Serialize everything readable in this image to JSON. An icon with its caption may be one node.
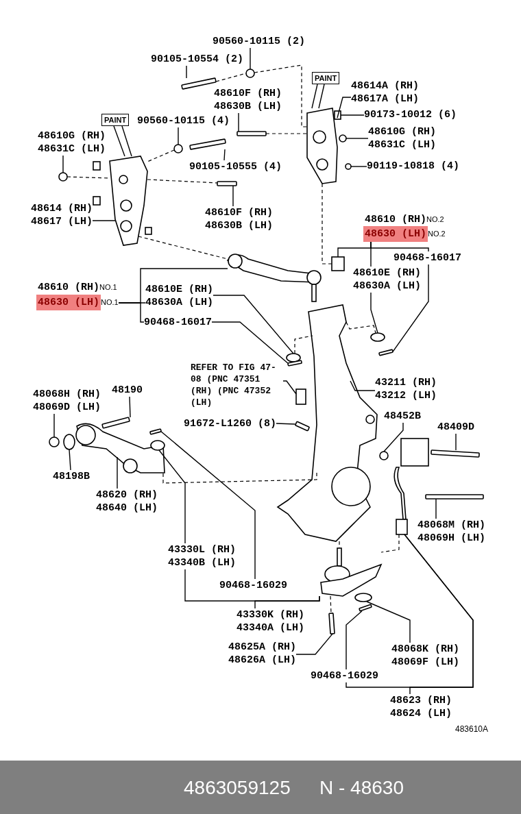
{
  "diagram": {
    "nodes": [
      {
        "text": [
          "90560-10115 (2)"
        ]
      },
      {
        "text": [
          "90105-10554 (2)"
        ]
      },
      {
        "text": [
          "PAINT"
        ]
      },
      {
        "text": [
          "48610G (RH)",
          "48631C (LH)"
        ]
      },
      {
        "text": [
          "90560-10115 (4)"
        ]
      },
      {
        "text": [
          "48610F (RH)",
          "48630B (LH)"
        ]
      },
      {
        "text": [
          "90105-10555 (4)"
        ]
      },
      {
        "text": [
          "48610F (RH)",
          "48630B (LH)"
        ]
      },
      {
        "text": [
          "48614 (RH)",
          "48617 (LH)"
        ]
      },
      {
        "text": [
          "PAINT"
        ]
      },
      {
        "text": [
          "48614A (RH)",
          "48617A (LH)"
        ]
      },
      {
        "text": [
          "90173-10012 (6)"
        ]
      },
      {
        "text": [
          "48610G (RH)",
          "48631C (LH)"
        ]
      },
      {
        "text": [
          "90119-10818 (4)"
        ]
      },
      {
        "text": [
          "48610 (RH)"
        ],
        "beside": [
          "NO.2"
        ]
      },
      {
        "text": [
          "48630 (LH)"
        ],
        "beside": [
          "NO.2"
        ]
      },
      {
        "text": [
          "48610E (RH)",
          "48630A (LH)"
        ]
      },
      {
        "text": [
          "90468-16017"
        ]
      },
      {
        "text": [
          "48610 (RH)"
        ],
        "beside": [
          "NO.1"
        ]
      },
      {
        "text": [
          "48630 (LH)"
        ],
        "beside": [
          "NO.1"
        ]
      },
      {
        "text": [
          "48610E (RH)",
          "48630A (LH)"
        ]
      },
      {
        "text": [
          "90468-16017"
        ]
      },
      {
        "text": [
          "REFER TO FIG 47-08 (PNC 47351 (RH) (PNC 47352 (LH)"
        ]
      },
      {
        "text": [
          "91672-L1260 (8)"
        ]
      },
      {
        "text": [
          "43211 (RH)",
          "43212 (LH)"
        ]
      },
      {
        "text": [
          "48068H (RH)",
          "48069D (LH)"
        ]
      },
      {
        "text": [
          "48190"
        ]
      },
      {
        "text": [
          "48452B"
        ]
      },
      {
        "text": [
          "48409D"
        ]
      },
      {
        "text": [
          "48198B"
        ]
      },
      {
        "text": [
          "48620 (RH)",
          "48640 (LH)"
        ]
      },
      {
        "text": [
          "48068M (RH)",
          "48069H (LH)"
        ]
      },
      {
        "text": [
          "43330L (RH)",
          "43340B (LH)"
        ]
      },
      {
        "text": [
          "90468-16029"
        ]
      },
      {
        "text": [
          "43330K (RH)",
          "43340A (LH)"
        ]
      },
      {
        "text": [
          "48625A (RH)",
          "48626A (LH)"
        ]
      },
      {
        "text": [
          "90468-16029"
        ]
      },
      {
        "text": [
          "48068K (RH)",
          "48069F (LH)"
        ]
      },
      {
        "text": [
          "48623 (RH)",
          "48624 (LH)"
        ]
      },
      {
        "text": [],
        "shape": "circle"
      },
      {
        "text": [],
        "shape": "bar"
      },
      {
        "text": [],
        "shape": "picture"
      },
      {
        "text": [],
        "shape": "circle"
      },
      {
        "text": [],
        "shape": "circle"
      },
      {
        "text": [],
        "shape": "bar"
      },
      {
        "text": [],
        "shape": "bar"
      },
      {
        "text": [],
        "shape": "bar"
      },
      {
        "text": [],
        "shape": "picture"
      },
      {
        "text": [],
        "shape": "box"
      },
      {
        "text": [],
        "shape": "circle"
      },
      {
        "text": [],
        "shape": "circle"
      },
      {
        "text": [],
        "shape": "box"
      },
      {
        "text": [],
        "shape": "circle"
      },
      {
        "text": [],
        "shape": "bar"
      },
      {
        "text": [],
        "shape": "picture"
      },
      {
        "text": [],
        "shape": "circle"
      },
      {
        "text": [],
        "shape": "bar"
      },
      {
        "text": [],
        "shape": "box"
      },
      {
        "text": [],
        "shape": "bar"
      },
      {
        "text": [],
        "shape": "picture"
      },
      {
        "text": [],
        "shape": "circle"
      },
      {
        "text": [],
        "shape": "bar"
      },
      {
        "text": [],
        "shape": "circle"
      },
      {
        "text": [],
        "shape": "bar"
      },
      {
        "text": [],
        "shape": "circle"
      },
      {
        "text": [],
        "shape": "picture"
      },
      {
        "text": [],
        "shape": "bar"
      },
      {
        "text": [],
        "shape": "circle"
      },
      {
        "text": [],
        "shape": "picture"
      },
      {
        "text": [],
        "shape": "bar"
      },
      {
        "text": [],
        "shape": "bar"
      },
      {
        "text": [],
        "shape": "bar"
      },
      {
        "text": [],
        "shape": "picture"
      },
      {
        "text": [],
        "shape": "circle"
      }
    ],
    "edges": [
      {
        "from": 0,
        "to": 39,
        "arrow": "none"
      },
      {
        "from": 1,
        "to": 40,
        "arrow": "none"
      },
      {
        "from": 2,
        "to": 41,
        "arrow": "none"
      },
      {
        "from": 2,
        "to": 41,
        "arrow": "none"
      },
      {
        "from": 3,
        "to": 42,
        "arrow": "none"
      },
      {
        "from": 4,
        "to": 43,
        "arrow": "none"
      },
      {
        "from": 5,
        "to": 44,
        "arrow": "none"
      },
      {
        "from": 6,
        "to": 45,
        "arrow": "none"
      },
      {
        "from": 7,
        "to": 46,
        "arrow": "none"
      },
      {
        "from": 8,
        "to": 41,
        "arrow": "none"
      },
      {
        "from": 9,
        "to": 47,
        "arrow": "none"
      },
      {
        "from": 9,
        "to": 47,
        "arrow": "none"
      },
      {
        "from": 10,
        "to": 47,
        "arrow": "none"
      },
      {
        "from": 11,
        "to": 48,
        "arrow": "none"
      },
      {
        "from": 12,
        "to": 49,
        "arrow": "none"
      },
      {
        "from": 13,
        "to": 50,
        "arrow": "none"
      },
      {
        "from": 15,
        "to": 51,
        "arrow": "none"
      },
      {
        "from": 15,
        "to": 16,
        "arrow": "none"
      },
      {
        "from": 15,
        "to": 17,
        "arrow": "none"
      },
      {
        "from": 16,
        "to": 52,
        "arrow": "none"
      },
      {
        "from": 17,
        "to": 53,
        "arrow": "none"
      },
      {
        "from": 19,
        "to": 54,
        "arrow": "none"
      },
      {
        "from": 19,
        "to": 20,
        "arrow": "none"
      },
      {
        "from": 19,
        "to": 21,
        "arrow": "none"
      },
      {
        "from": 20,
        "to": 55,
        "arrow": "none"
      },
      {
        "from": 21,
        "to": 56,
        "arrow": "none"
      },
      {
        "from": 22,
        "to": 57,
        "arrow": "none"
      },
      {
        "from": 23,
        "to": 58,
        "arrow": "none"
      },
      {
        "from": 24,
        "to": 59,
        "arrow": "none"
      },
      {
        "from": 25,
        "to": 60,
        "arrow": "none"
      },
      {
        "from": 26,
        "to": 61,
        "arrow": "none"
      },
      {
        "from": 27,
        "to": 62,
        "arrow": "none"
      },
      {
        "from": 28,
        "to": 63,
        "arrow": "none"
      },
      {
        "from": 29,
        "to": 64,
        "arrow": "none"
      },
      {
        "from": 30,
        "to": 65,
        "arrow": "none"
      },
      {
        "from": 31,
        "to": 66,
        "arrow": "none"
      },
      {
        "from": 32,
        "to": 67,
        "arrow": "none"
      },
      {
        "from": 32,
        "to": 68,
        "arrow": "none"
      },
      {
        "from": 33,
        "to": 69,
        "arrow": "none"
      },
      {
        "from": 34,
        "to": 68,
        "arrow": "none"
      },
      {
        "from": 35,
        "to": 70,
        "arrow": "none"
      },
      {
        "from": 36,
        "to": 71,
        "arrow": "none"
      },
      {
        "from": 36,
        "to": 72,
        "arrow": "none"
      },
      {
        "from": 37,
        "to": 73,
        "arrow": "none"
      },
      {
        "from": 38,
        "to": 72,
        "arrow": "none"
      },
      {
        "from": 40,
        "to": 39,
        "arrow": "none",
        "style": "dashed"
      },
      {
        "from": 39,
        "to": 47,
        "arrow": "none",
        "style": "dashed"
      },
      {
        "from": 43,
        "to": 41,
        "arrow": "none",
        "style": "dashed"
      },
      {
        "from": 42,
        "to": 41,
        "arrow": "none",
        "style": "dashed"
      },
      {
        "from": 41,
        "to": 46,
        "arrow": "none",
        "style": "dashed"
      },
      {
        "from": 41,
        "to": 54,
        "arrow": "none",
        "style": "dashed"
      },
      {
        "from": 47,
        "to": 51,
        "arrow": "none",
        "style": "dashed"
      },
      {
        "from": 44,
        "to": 47,
        "arrow": "none",
        "style": "dashed"
      },
      {
        "from": 55,
        "to": 59,
        "arrow": "none",
        "style": "dashed"
      },
      {
        "from": 59,
        "to": 52,
        "arrow": "none",
        "style": "dashed"
      },
      {
        "from": 59,
        "to": 65,
        "arrow": "none",
        "style": "dashed"
      },
      {
        "from": 59,
        "to": 68,
        "arrow": "none",
        "style": "dashed"
      },
      {
        "from": 68,
        "to": 70,
        "arrow": "none",
        "style": "dashed"
      },
      {
        "from": 72,
        "to": 68,
        "arrow": "none",
        "style": "dashed"
      }
    ],
    "labels": [
      "483610A",
      "4863059125",
      "N - 48630"
    ]
  }
}
